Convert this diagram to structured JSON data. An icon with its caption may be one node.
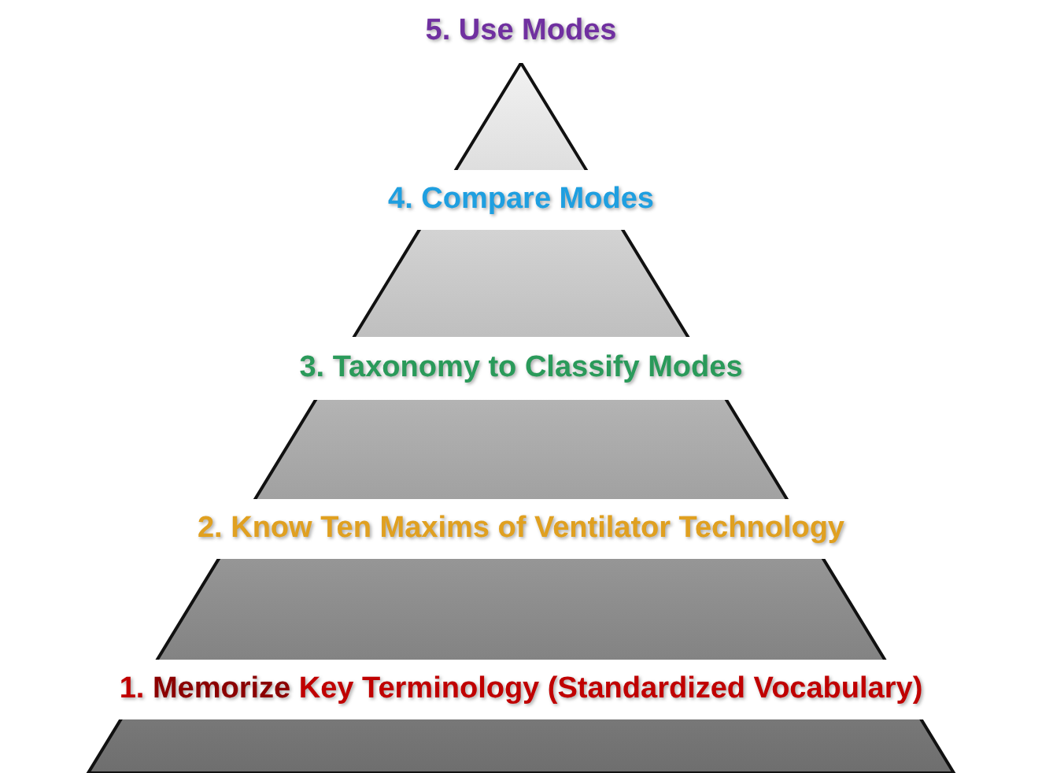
{
  "diagram": {
    "nodes": [
      {
        "text": [
          "5. Use Modes"
        ]
      },
      {
        "text": [
          "4. Compare Modes"
        ]
      },
      {
        "text": [
          "3. Taxonomy to Classify Modes"
        ]
      },
      {
        "text": [
          "2. Know Ten Maxims of Ventilator Technology"
        ]
      },
      {
        "text": [
          "1. **Memorize** Key Terminology (Standardized Vocabulary)"
        ]
      }
    ]
  }
}
